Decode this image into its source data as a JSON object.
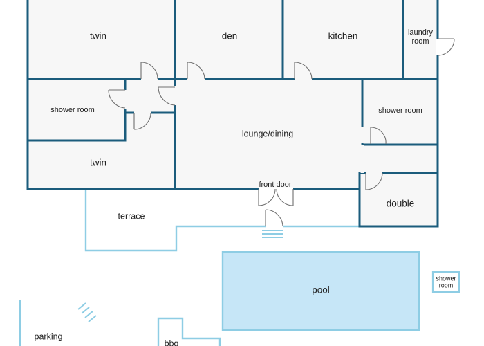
{
  "rooms": {
    "twin_upper": "twin",
    "den": "den",
    "kitchen": "kitchen",
    "laundry_line1": "laundry",
    "laundry_line2": "room",
    "shower_left": "shower room",
    "lounge": "lounge/dining",
    "shower_right": "shower room",
    "twin_lower": "twin",
    "front_door": "front door",
    "double": "double"
  },
  "outdoor": {
    "terrace": "terrace",
    "pool": "pool",
    "outdoor_shower_line1": "shower",
    "outdoor_shower_line2": "room",
    "parking": "parking",
    "bbq": "bbq"
  },
  "colors": {
    "wall": "#1b5c7c",
    "outdoor_line": "#8ecde4",
    "pool_fill": "#c6e6f7",
    "room_fill": "#f7f7f7"
  }
}
